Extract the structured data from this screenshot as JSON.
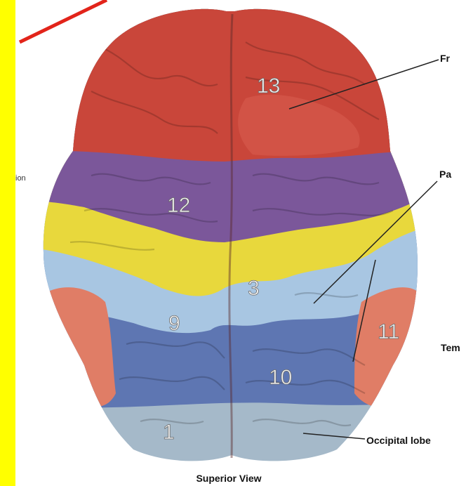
{
  "side_fragment": "ion",
  "region_numbers": {
    "r13": "13",
    "r12": "12",
    "r3": "3",
    "r9": "9",
    "r11": "11",
    "r10": "10",
    "r1": "1"
  },
  "callouts": {
    "frontal": "Fr",
    "parietal": "Pa",
    "temporal": "Tem",
    "occipital": "Occipital lobe"
  },
  "caption": "Superior View",
  "colors": {
    "frontal": "#c9463a",
    "frontal_light": "#d5564a",
    "motor": "#7b579a",
    "sensory": "#e8d83c",
    "light_blue": "#a8c6e2",
    "parietal": "#5e76b2",
    "temporal": "#e07d66",
    "occipital": "#a5b9c9",
    "highlight_bar": "#ffff00",
    "annotation_line": "#e2241a"
  }
}
